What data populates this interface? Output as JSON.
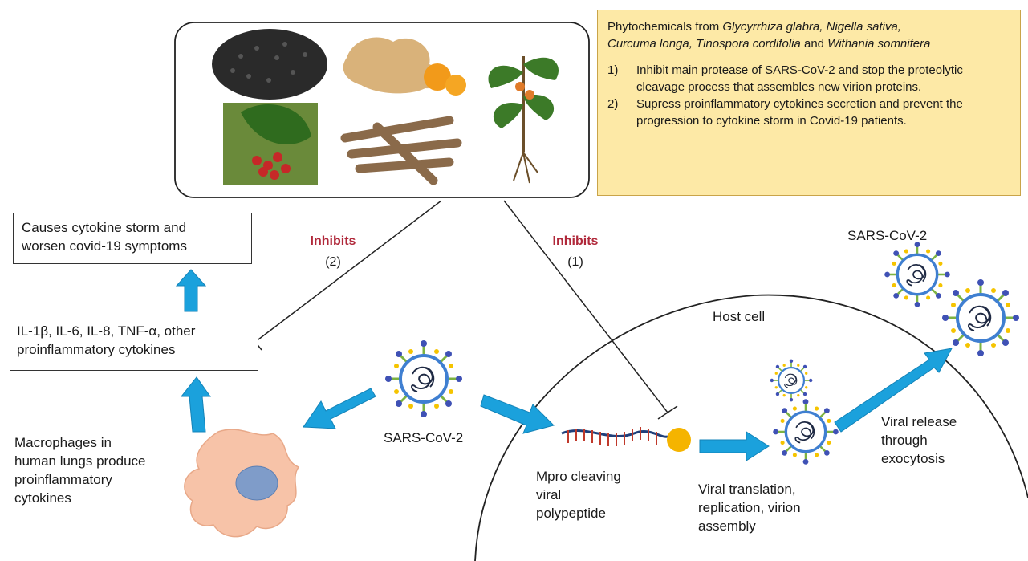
{
  "info_box": {
    "title_plain_1": "Phytochemicals from ",
    "title_italic_1": "Glycyrrhiza glabra, Nigella sativa,",
    "title_italic_2": "Curcuma longa, Tinospora cordifolia",
    "title_plain_2": " and ",
    "title_italic_3": "Withania somnifera",
    "points": [
      {
        "num": "1)",
        "text": "Inhibit main protease of SARS-CoV-2 and stop the proteolytic cleavage process that assembles new virion proteins."
      },
      {
        "num": "2)",
        "text": "Supress proinflammatory cytokines secretion and prevent the progression to cytokine storm in Covid-19 patients."
      }
    ]
  },
  "storm_box": {
    "line1": "Causes cytokine storm and",
    "line2": "worsen covid-19 symptoms"
  },
  "cytokine_box": {
    "line1": "IL-1β, IL-6, IL-8, TNF-α, other",
    "line2": "proinflammatory cytokines"
  },
  "inhibits_2": {
    "label": "Inhibits",
    "num": "(2)"
  },
  "inhibits_1": {
    "label": "Inhibits",
    "num": "(1)"
  },
  "host_cell_label": "Host cell",
  "virus_center_label": "SARS-CoV-2",
  "virus_top_label": "SARS-CoV-2",
  "macrophage_label": [
    "Macrophages in",
    "human lungs produce",
    "proinflammatory",
    "cytokines"
  ],
  "mpro_label": [
    "Mpro cleaving",
    "viral",
    "polypeptide"
  ],
  "translation_label": [
    "Viral translation,",
    "replication, virion",
    "assembly"
  ],
  "release_label": [
    "Viral release",
    "through",
    "exocytosis"
  ],
  "colors": {
    "arrow": "#1ba1dc",
    "inhibit_text": "#b0283a",
    "info_bg": "#fde9a6",
    "macrophage": "#f7c3a8",
    "nucleus": "#7f9cc9"
  }
}
